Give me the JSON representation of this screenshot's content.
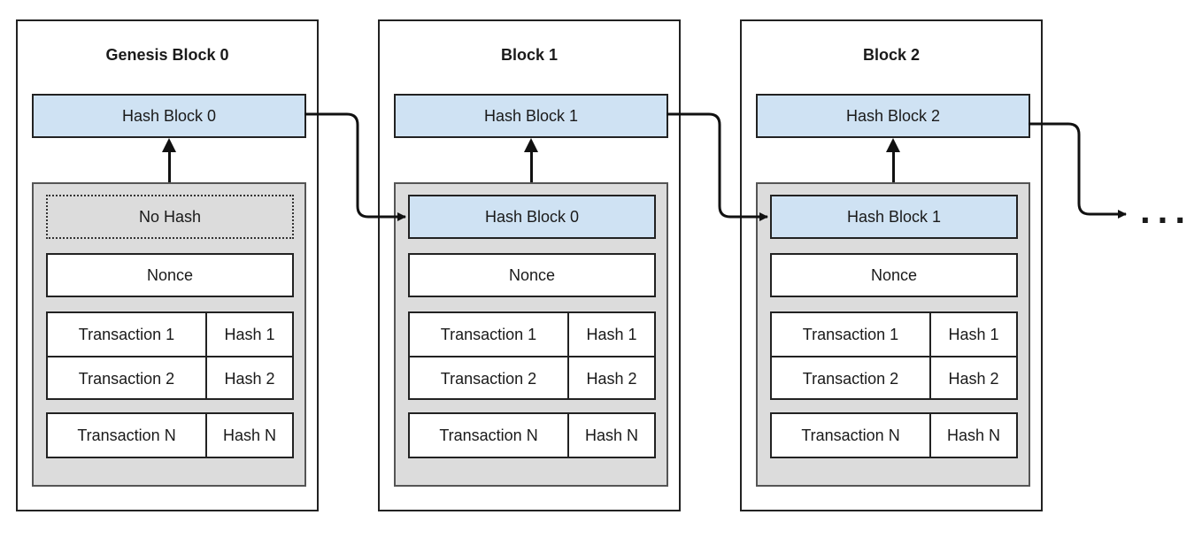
{
  "blocks": [
    {
      "title": "Genesis Block 0",
      "hash": "Hash Block 0",
      "prev_hash": "No Hash",
      "nonce": "Nonce",
      "transactions": [
        {
          "name": "Transaction 1",
          "hash": "Hash 1"
        },
        {
          "name": "Transaction 2",
          "hash": "Hash 2"
        },
        {
          "name": "Transaction N",
          "hash": "Hash N"
        }
      ]
    },
    {
      "title": "Block 1",
      "hash": "Hash Block 1",
      "prev_hash": "Hash Block 0",
      "nonce": "Nonce",
      "transactions": [
        {
          "name": "Transaction 1",
          "hash": "Hash 1"
        },
        {
          "name": "Transaction 2",
          "hash": "Hash 2"
        },
        {
          "name": "Transaction N",
          "hash": "Hash N"
        }
      ]
    },
    {
      "title": "Block 2",
      "hash": "Hash Block 2",
      "prev_hash": "Hash Block 1",
      "nonce": "Nonce",
      "transactions": [
        {
          "name": "Transaction 1",
          "hash": "Hash 1"
        },
        {
          "name": "Transaction 2",
          "hash": "Hash 2"
        },
        {
          "name": "Transaction N",
          "hash": "Hash N"
        }
      ]
    }
  ],
  "continuation": "...",
  "colors": {
    "hash_fill": "#cfe2f3",
    "content_fill": "#dcdcdc",
    "stroke": "#222222"
  }
}
